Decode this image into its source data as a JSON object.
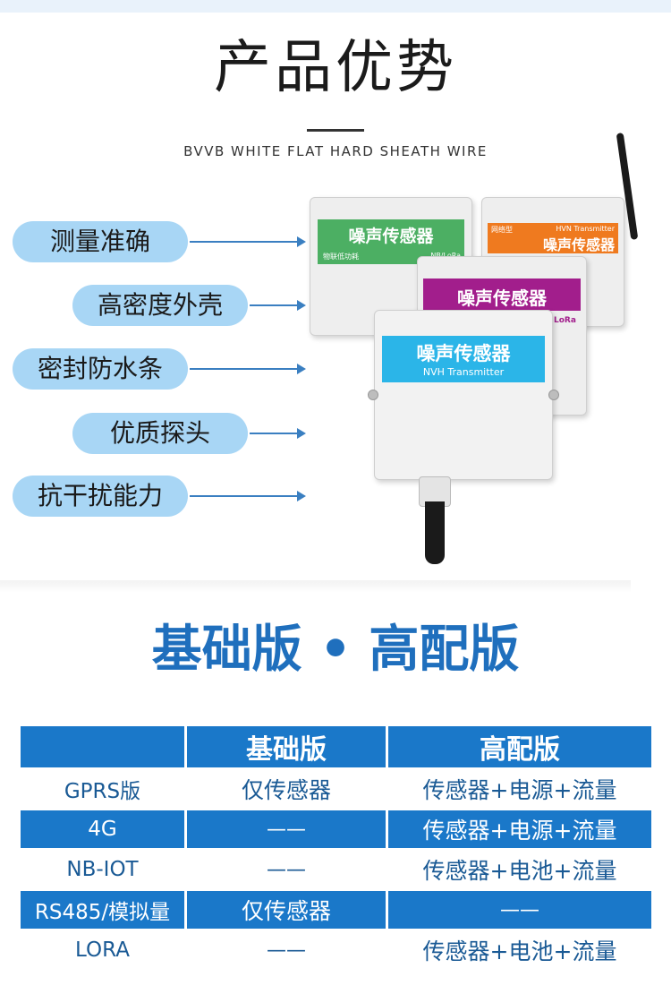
{
  "header": {
    "title": "产品优势",
    "subtitle": "BVVB WHITE FLAT HARD SHEATH WIRE"
  },
  "features": [
    "测量准确",
    "高密度外壳",
    "密封防水条",
    "优质探头",
    "抗干扰能力"
  ],
  "product": {
    "green_label": "噪声传感器",
    "green_small_left": "物联低功耗",
    "green_small_right": "NB/LoRa",
    "orange_label": "噪声传感器",
    "orange_small_left": "网络型",
    "orange_small_right": "HVN Transmitter",
    "purple_label": "噪声传感器",
    "purple_small_right": "LoRa",
    "blue_label": "噪声传感器",
    "blue_sub": "NVH Transmitter"
  },
  "version": {
    "title": "基础版 • 高配版"
  },
  "table": {
    "headers": [
      "",
      "基础版",
      "高配版"
    ],
    "rows": [
      [
        "GPRS版",
        "仅传感器",
        "传感器+电源+流量"
      ],
      [
        "4G",
        "——",
        "传感器+电源+流量"
      ],
      [
        "NB-IOT",
        "——",
        "传感器+电池+流量"
      ],
      [
        "RS485/模拟量",
        "仅传感器",
        "——"
      ],
      [
        "LORA",
        "——",
        "传感器+电池+流量"
      ]
    ]
  },
  "colors": {
    "accent_blue": "#1a78c9",
    "pill_blue": "#a8d6f5",
    "label_green": "#4caf63",
    "label_orange": "#ef7a1f",
    "label_purple": "#a21e8c",
    "label_cyan": "#2bb5e8"
  }
}
